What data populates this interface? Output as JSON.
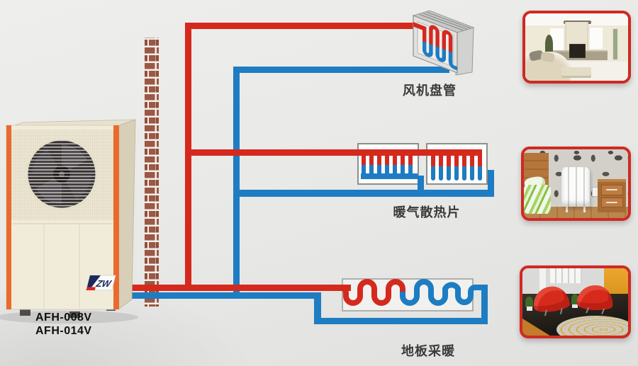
{
  "heat_pump": {
    "models": [
      "AFH-008V",
      "AFH-014V"
    ],
    "logo_text": "ZW",
    "body_color": "#f1ecda",
    "trim_color": "#ea6a2e"
  },
  "labels": {
    "fan_coil": "风机盘管",
    "radiator": "暖气散热片",
    "floor_heating": "地板采暖"
  },
  "pipes": {
    "supply_color": "#d5291d",
    "return_color": "#1e7cc2"
  },
  "brick_color": "#9b5845",
  "photo_border_color": "#ce2a23"
}
